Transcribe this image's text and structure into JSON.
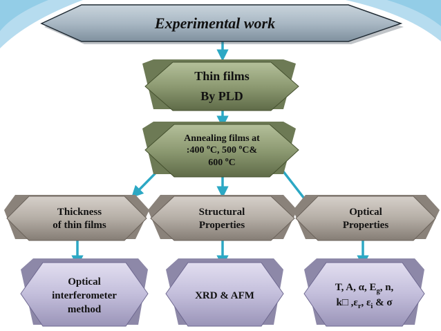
{
  "diagram": {
    "title": "Experimental work",
    "nodes": {
      "pld": {
        "line1": "Thin films",
        "line2": "By PLD"
      },
      "anneal": {
        "line1": "Annealing films at",
        "line2_a": ":400 ",
        "line2_sup1": "o",
        "line2_b": "C,  500 ",
        "line2_sup2": "o",
        "line2_c": "C&",
        "line3_a": "600 ",
        "line3_sup": "o",
        "line3_b": "C"
      },
      "thickness": {
        "line1": "Thickness",
        "line2": "of thin films"
      },
      "structural": {
        "line1": "Structural",
        "line2": "Properties"
      },
      "optical": {
        "line1": "Optical",
        "line2": "Properties"
      },
      "interferometer": {
        "line1": "Optical",
        "line2": "interferometer",
        "line3": "method"
      },
      "xrd": {
        "line1": "XRD & AFM"
      },
      "params": {
        "line1_a": "T, A, α, E",
        "line1_sub": "g",
        "line1_b": ", n,",
        "line2_a": "k□ ,ε",
        "line2_sub1": "r",
        "line2_b": ", ε",
        "line2_sub2": "i",
        "line2_c": " & σ"
      }
    },
    "colors": {
      "background": "#ffffff",
      "corner_accent": "#a9d6ec",
      "title_fill": "#a9b8c4",
      "green_fill": "#8d9a72",
      "gray_fill": "#b5aea6",
      "lavender_fill": "#c3bedb",
      "arrow": "#2ca8c4",
      "text": "#111111"
    }
  }
}
